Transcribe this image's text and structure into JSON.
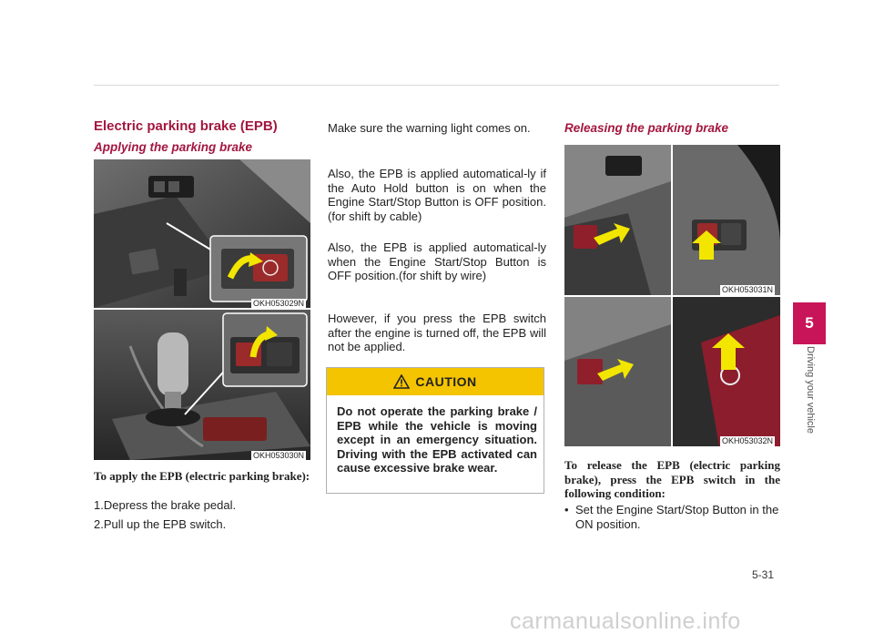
{
  "section_title": "Electric parking brake (EPB)",
  "applying": {
    "subtitle": "Applying the parking brake",
    "image1_code": "OKH053029N",
    "image2_code": "OKH053030N",
    "intro": "To apply the EPB (electric parking brake):",
    "steps": [
      "1.Depress the brake pedal.",
      "2.Pull up the EPB switch."
    ]
  },
  "middle": {
    "p1": "Make sure the warning light comes on.",
    "p2": "Also, the EPB is applied automatical-ly if the Auto Hold button is on when the Engine Start/Stop Button is OFF position. (for shift by cable)",
    "p3": "Also, the EPB is applied automatical-ly when the Engine Start/Stop Button is OFF position.(for shift by wire)",
    "p4": "However, if you press the EPB switch after the engine is turned off, the EPB will not be applied."
  },
  "caution": {
    "heading": "CAUTION",
    "text": "Do not operate the parking brake / EPB while the vehicle is moving except in an emergency situation. Driving with the EPB activated can cause excessive brake wear."
  },
  "releasing": {
    "subtitle": "Releasing the parking brake",
    "image1_code": "OKH053031N",
    "image2_code": "OKH053032N",
    "intro": "To release the EPB (electric parking brake), press the EPB switch in the following condition:",
    "bullet": "Set the Engine Start/Stop Button in the ON position."
  },
  "chapter": {
    "number": "5",
    "title": "Driving your vehicle"
  },
  "page_number": "5-31",
  "watermark": "carmanualsonline.info",
  "colors": {
    "accent": "#a3173f",
    "tab": "#c8155a",
    "caution_yellow": "#f4c400",
    "arrow_yellow": "#f2e600"
  }
}
